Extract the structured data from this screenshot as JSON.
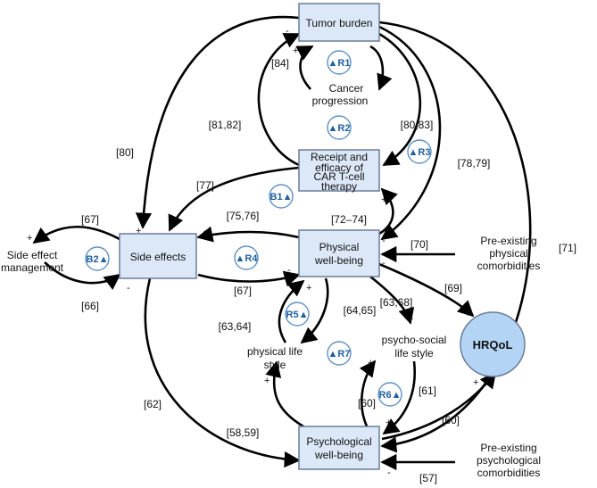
{
  "nodes": {
    "tumor": "Tumor burden",
    "receipt": [
      "Receipt and",
      "efficacy of",
      "CAR T-cell",
      "therapy"
    ],
    "physical": [
      "Physical",
      "well-being"
    ],
    "side": "Side effects",
    "psych": [
      "Psychological",
      "well-being"
    ],
    "hrqol": "HRQoL",
    "cancer_prog": [
      "Cancer",
      "progression"
    ],
    "sem": [
      "Side effect",
      "management"
    ],
    "phys_life": [
      "physical life",
      "style"
    ],
    "psysoc": [
      "psycho-social",
      "life style"
    ],
    "pre_phys": [
      "Pre-existing",
      "physical",
      "comorbidities"
    ],
    "pre_psych": [
      "Pre-existing",
      "psychological",
      "comorbidities"
    ]
  },
  "loops": [
    "R1",
    "R2",
    "R3",
    "R4",
    "R5",
    "R6",
    "R7",
    "B1",
    "B2"
  ],
  "refs": [
    "[84]",
    "[81,82]",
    "[80,83]",
    "[80]",
    "[78,79]",
    "[71]",
    "[77]",
    "[72–74]",
    "[67]",
    "[75,76]",
    "[70]",
    "[66]",
    "[67]",
    "[69]",
    "[63,68]",
    "[63,64]",
    "[64,65]",
    "[62]",
    "[61]",
    "[60]",
    "[60]",
    "[58,59]",
    "[57]"
  ],
  "colors": {
    "node_fill": "#dce8f8",
    "node_stroke": "#6a7d99",
    "hrqol_fill": "#b3d4f5",
    "loop_color": "#1f5f9c",
    "arrow": "#000000"
  }
}
